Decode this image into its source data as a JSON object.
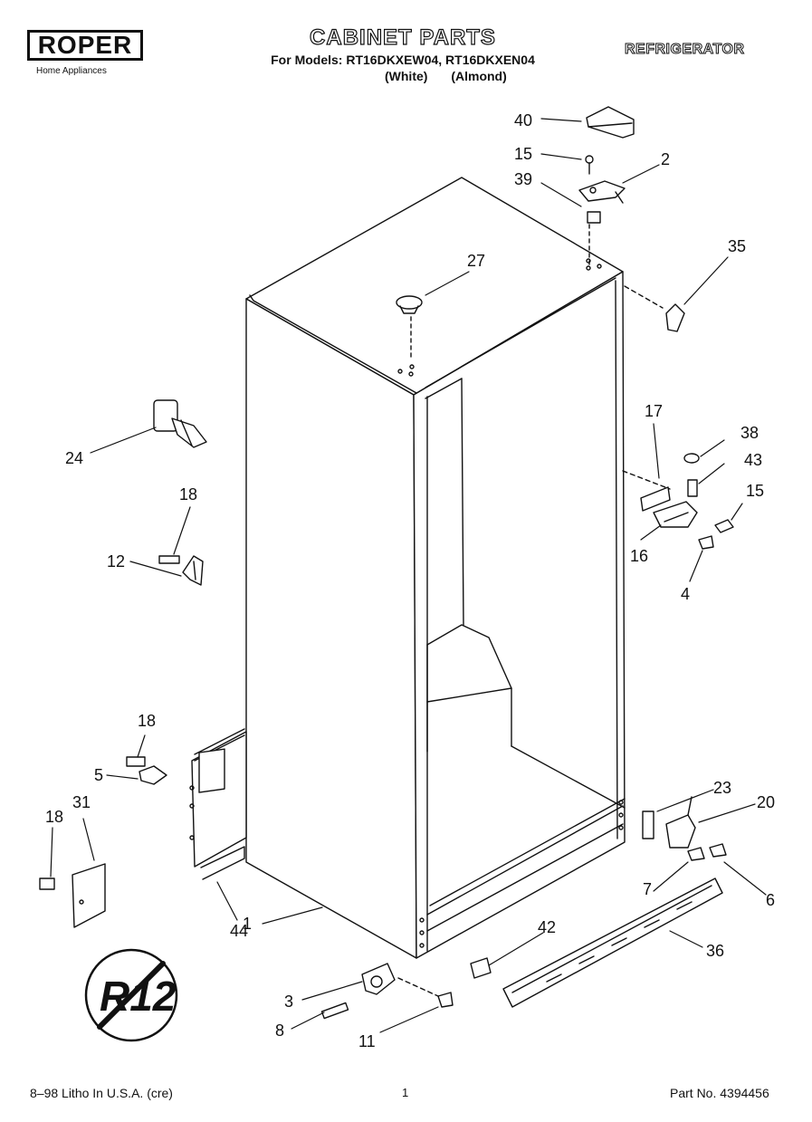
{
  "brand": {
    "name": "ROPER",
    "tagline": "Home Appliances"
  },
  "header": {
    "title": "CABINET PARTS",
    "models_line": "For Models: RT16DKXEW04, RT16DKXEN04",
    "variants": [
      "(White)",
      "(Almond)"
    ],
    "category": "REFRIGERATOR"
  },
  "callouts": {
    "c40": "40",
    "c15a": "15",
    "c2": "2",
    "c39": "39",
    "c35": "35",
    "c27": "27",
    "c24": "24",
    "c17": "17",
    "c38": "38",
    "c43": "43",
    "c15b": "15",
    "c16": "16",
    "c4": "4",
    "c18a": "18",
    "c12": "12",
    "c18b": "18",
    "c5": "5",
    "c18c": "18",
    "c31": "31",
    "c23": "23",
    "c20": "20",
    "c7": "7",
    "c6": "6",
    "c1": "1",
    "c44": "44",
    "c42": "42",
    "c36": "36",
    "c3": "3",
    "c8": "8",
    "c11": "11"
  },
  "badge": {
    "text": "R12"
  },
  "footer": {
    "litho": "8–98 Litho In U.S.A. (cre)",
    "page": "1",
    "part_no": "Part No. 4394456"
  }
}
